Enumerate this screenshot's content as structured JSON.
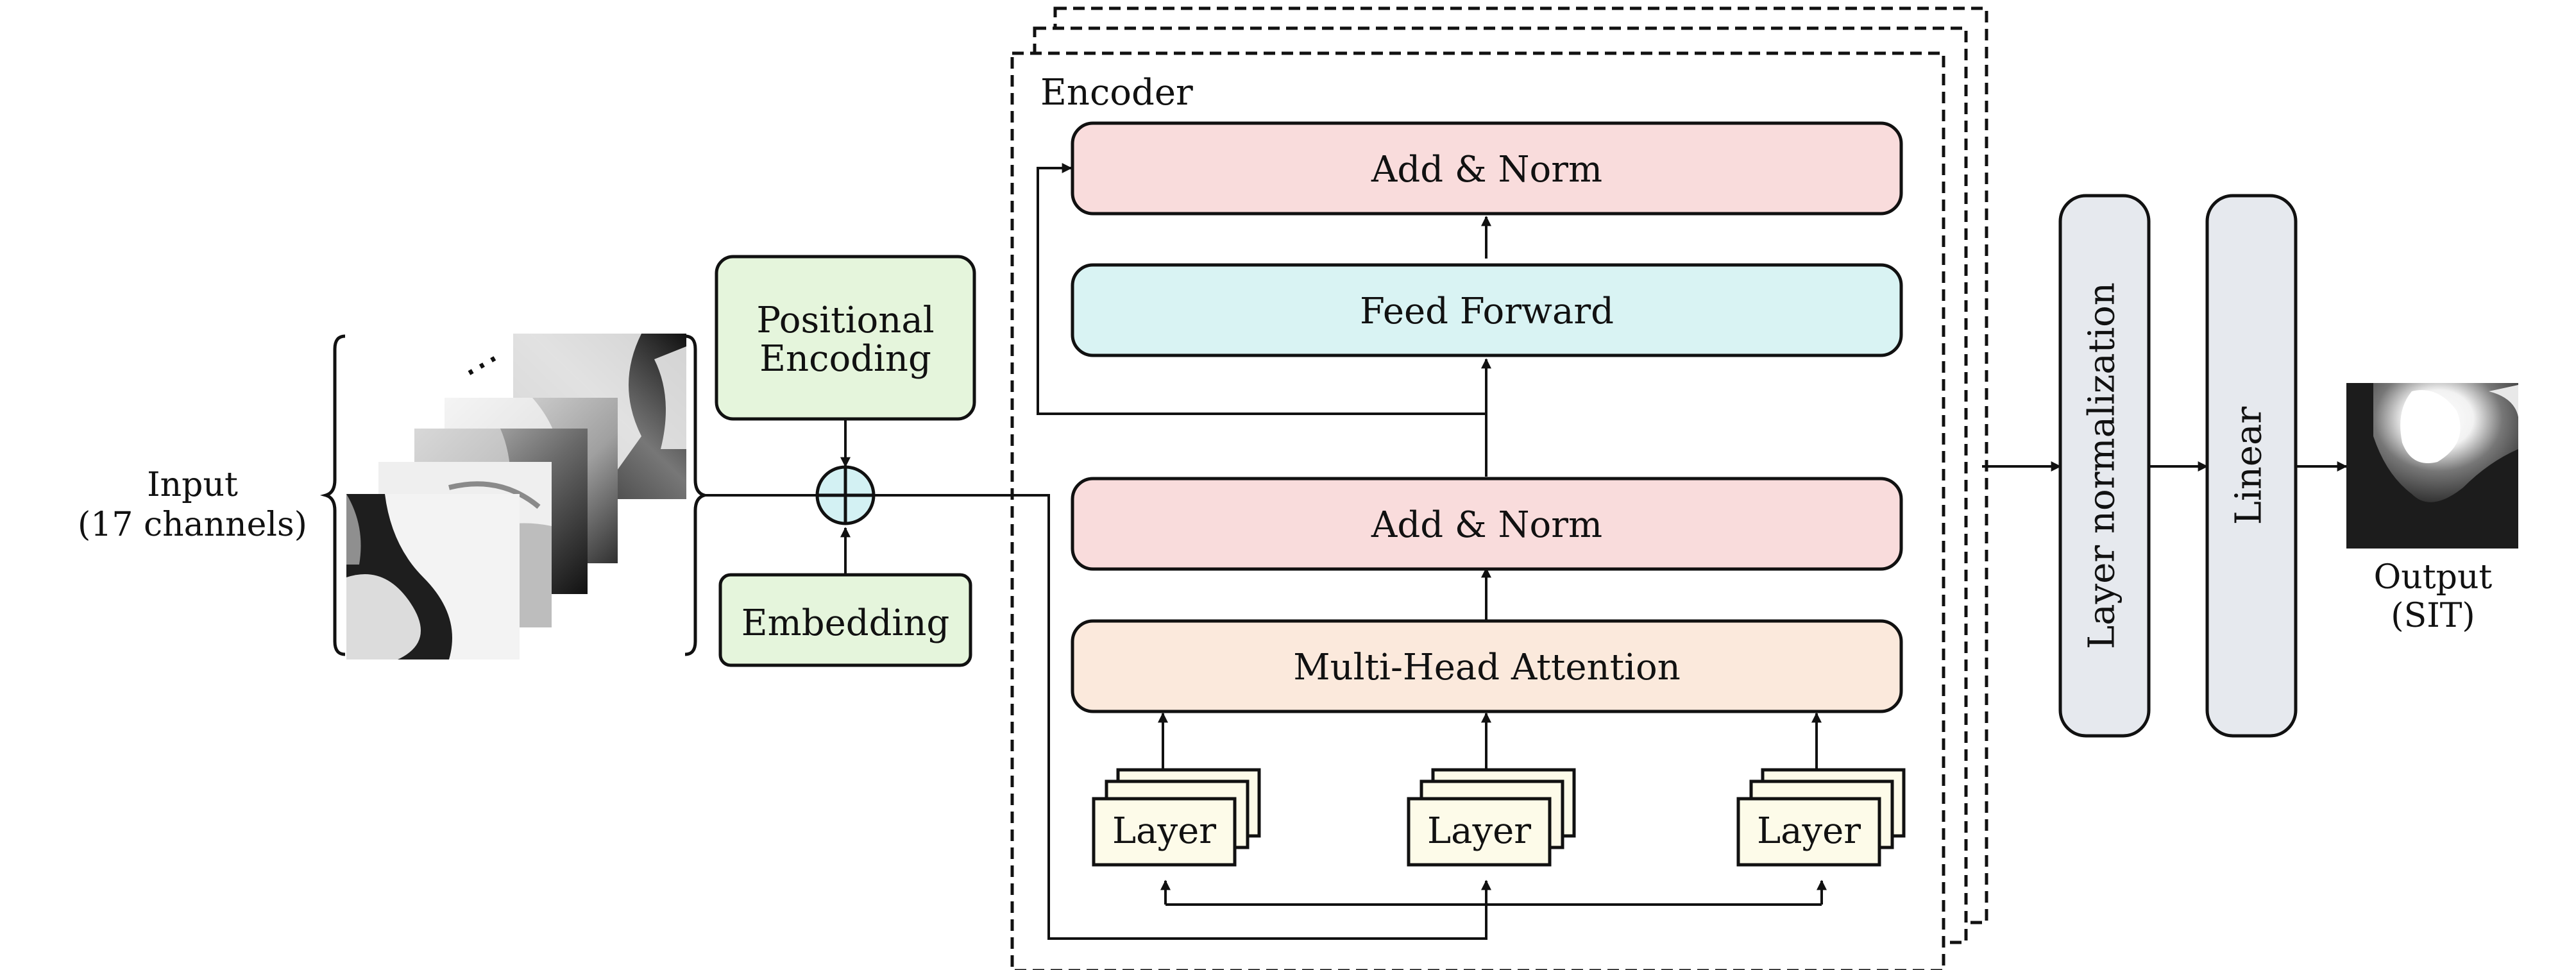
{
  "input": {
    "label_line1": "Input",
    "label_line2": "(17 channels)",
    "ellipsis": "⋯"
  },
  "positional_encoding": {
    "line1": "Positional",
    "line2": "Encoding"
  },
  "embedding": {
    "label": "Embedding"
  },
  "encoder": {
    "title": "Encoder",
    "add_norm_top": "Add & Norm",
    "feed_forward": "Feed Forward",
    "add_norm_mid": "Add & Norm",
    "attention": "Multi-Head Attention",
    "layers": [
      "Layer",
      "Layer",
      "Layer"
    ]
  },
  "layer_normalization": {
    "label": "Layer normalization"
  },
  "linear": {
    "label": "Linear"
  },
  "output": {
    "label_line1": "Output",
    "label_line2": "(SIT)"
  },
  "colors": {
    "add_norm": "#f9dcdc",
    "feed_forward": "#d9f3f3",
    "attention": "#fbe9dc",
    "layer": "#fdfbe9",
    "green_box": "#e5f5dc",
    "grey_box": "#e6e9ee",
    "plus_circle": "#d3f1f3"
  }
}
